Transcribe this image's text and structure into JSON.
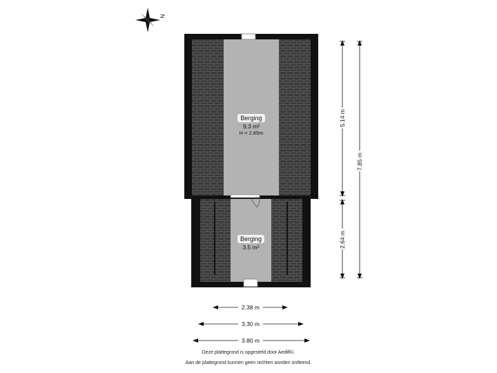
{
  "compass": {
    "north_label": "N"
  },
  "rooms": [
    {
      "name": "Berging",
      "area": "9.3 m²",
      "height": "H = 2.85m"
    },
    {
      "name": "Berging",
      "area": "3.5 m²"
    }
  ],
  "dimensions": {
    "upper_length": "5.14 m",
    "lower_length": "2.64 m",
    "total_length": "7.85 m",
    "width_inner": "2.38 m",
    "width_mid": "3.30 m",
    "width_outer": "3.80 m"
  },
  "footer": {
    "line1": "Deze plattegrond is opgesteld door Aedifi©.",
    "line2": "Aan de plattegrond kunnen geen rechten worden ontleend."
  }
}
